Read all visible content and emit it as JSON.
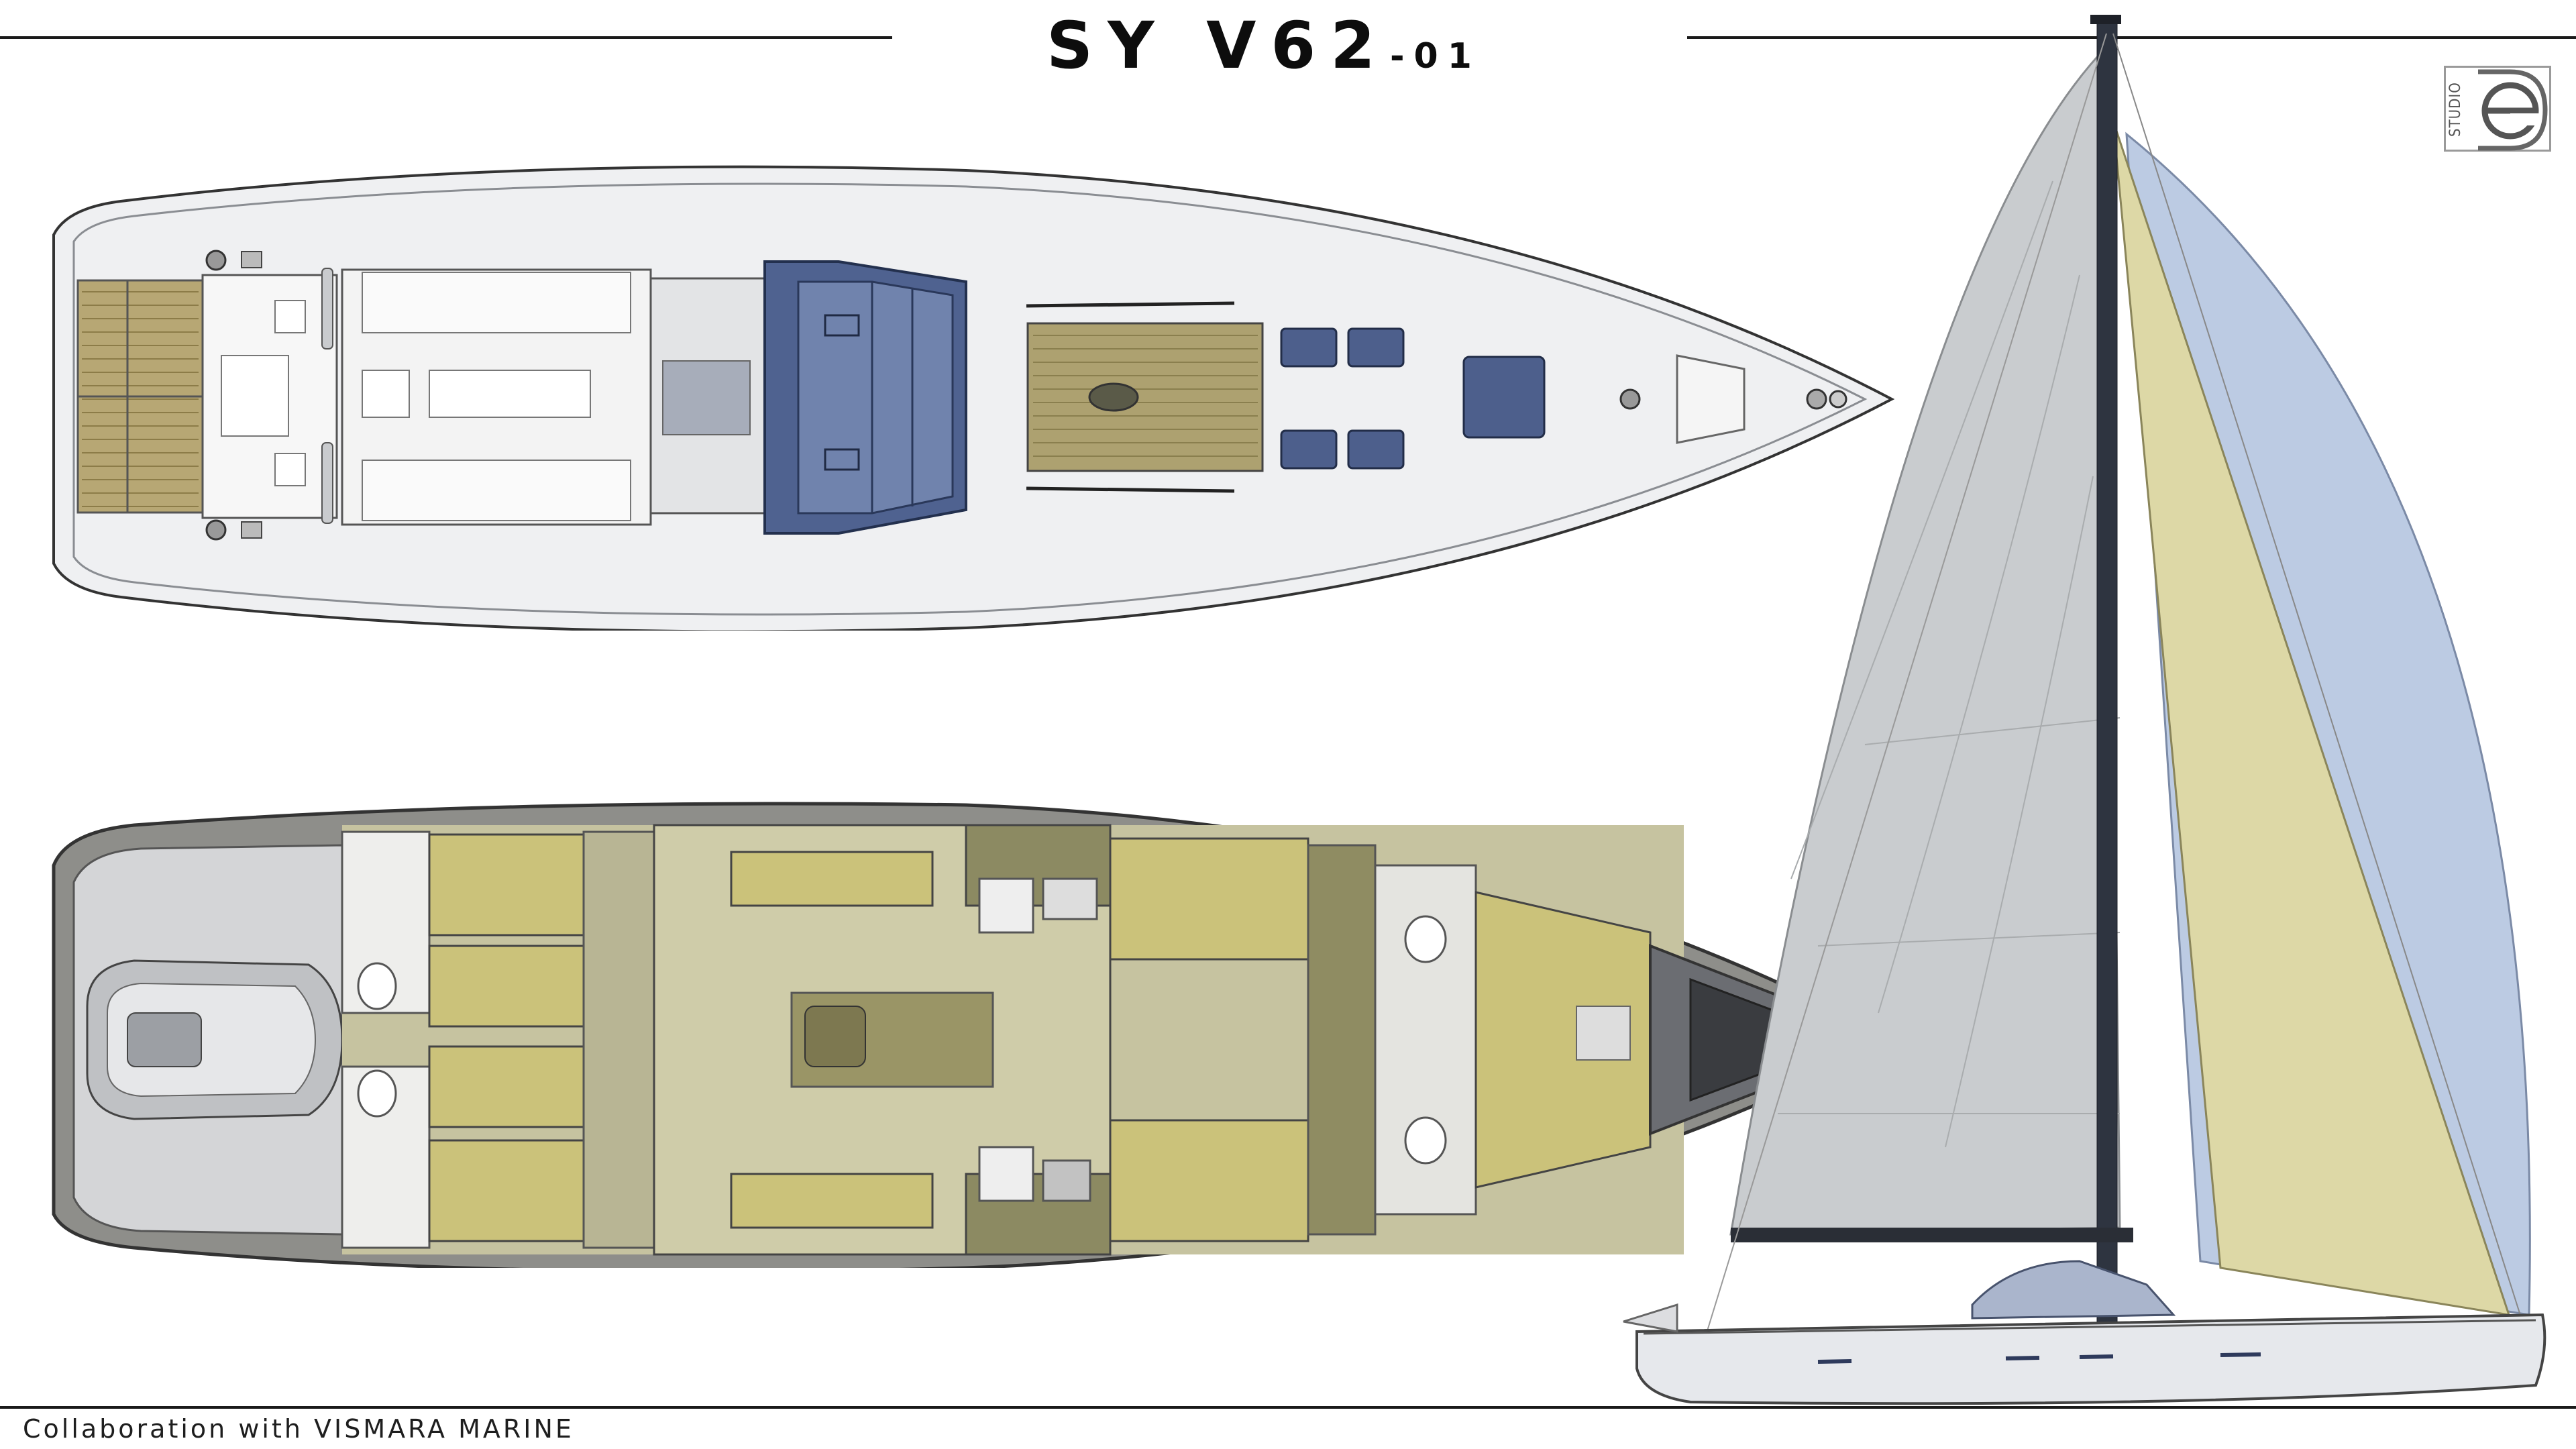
{
  "header": {
    "title_main": "SY V62",
    "title_suffix": "-01"
  },
  "logo": {
    "text": "STUDIO",
    "mark": "e"
  },
  "footer": {
    "credit": "Collaboration with VISMARA MARINE"
  },
  "colors": {
    "deck": "#eceef0",
    "hull_outline": "#3a3a3a",
    "teak": "#a99a62",
    "glass": "#4d5f8c",
    "interior_floor": "#c9c7a7",
    "cabin_yellow": "#c8bf6a",
    "mast": "#2e3440",
    "mainsail": "#c3c6c9",
    "jib": "#dcd7a6",
    "gennaker": "#b9c9e0"
  }
}
